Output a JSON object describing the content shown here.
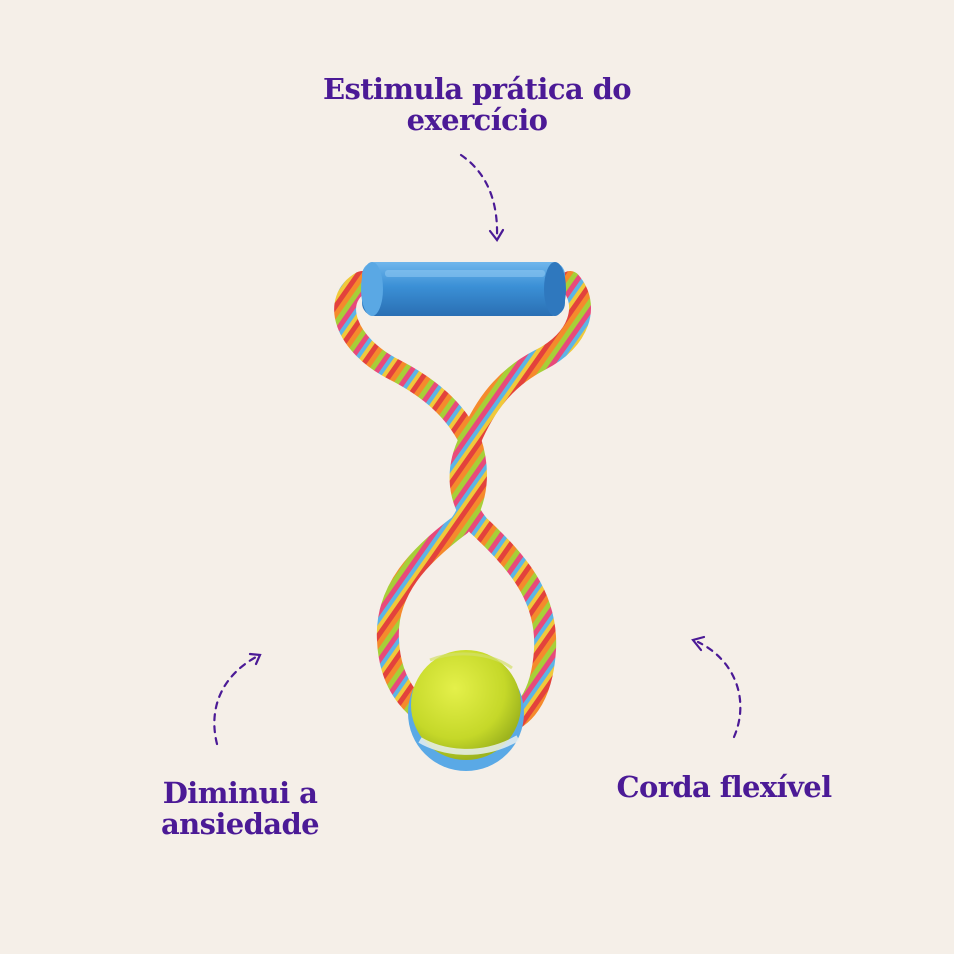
{
  "callouts": {
    "top": {
      "line1": "Estimula prática do",
      "line2": "exercício"
    },
    "left": {
      "line1": "Diminui a",
      "line2": "ansiedade"
    },
    "right": {
      "line1": "Corda flexível"
    }
  },
  "colors": {
    "background": "#f5efe8",
    "text": "#4b1a96",
    "handle": "#3f95d8",
    "ball": "#c9dc2a",
    "ball_base": "#5aa9e6"
  },
  "icons": {
    "top_arrow": "dashed-curved-arrow-down-icon",
    "left_arrow": "dashed-curved-arrow-up-right-icon",
    "right_arrow": "dashed-curved-arrow-up-left-icon"
  }
}
